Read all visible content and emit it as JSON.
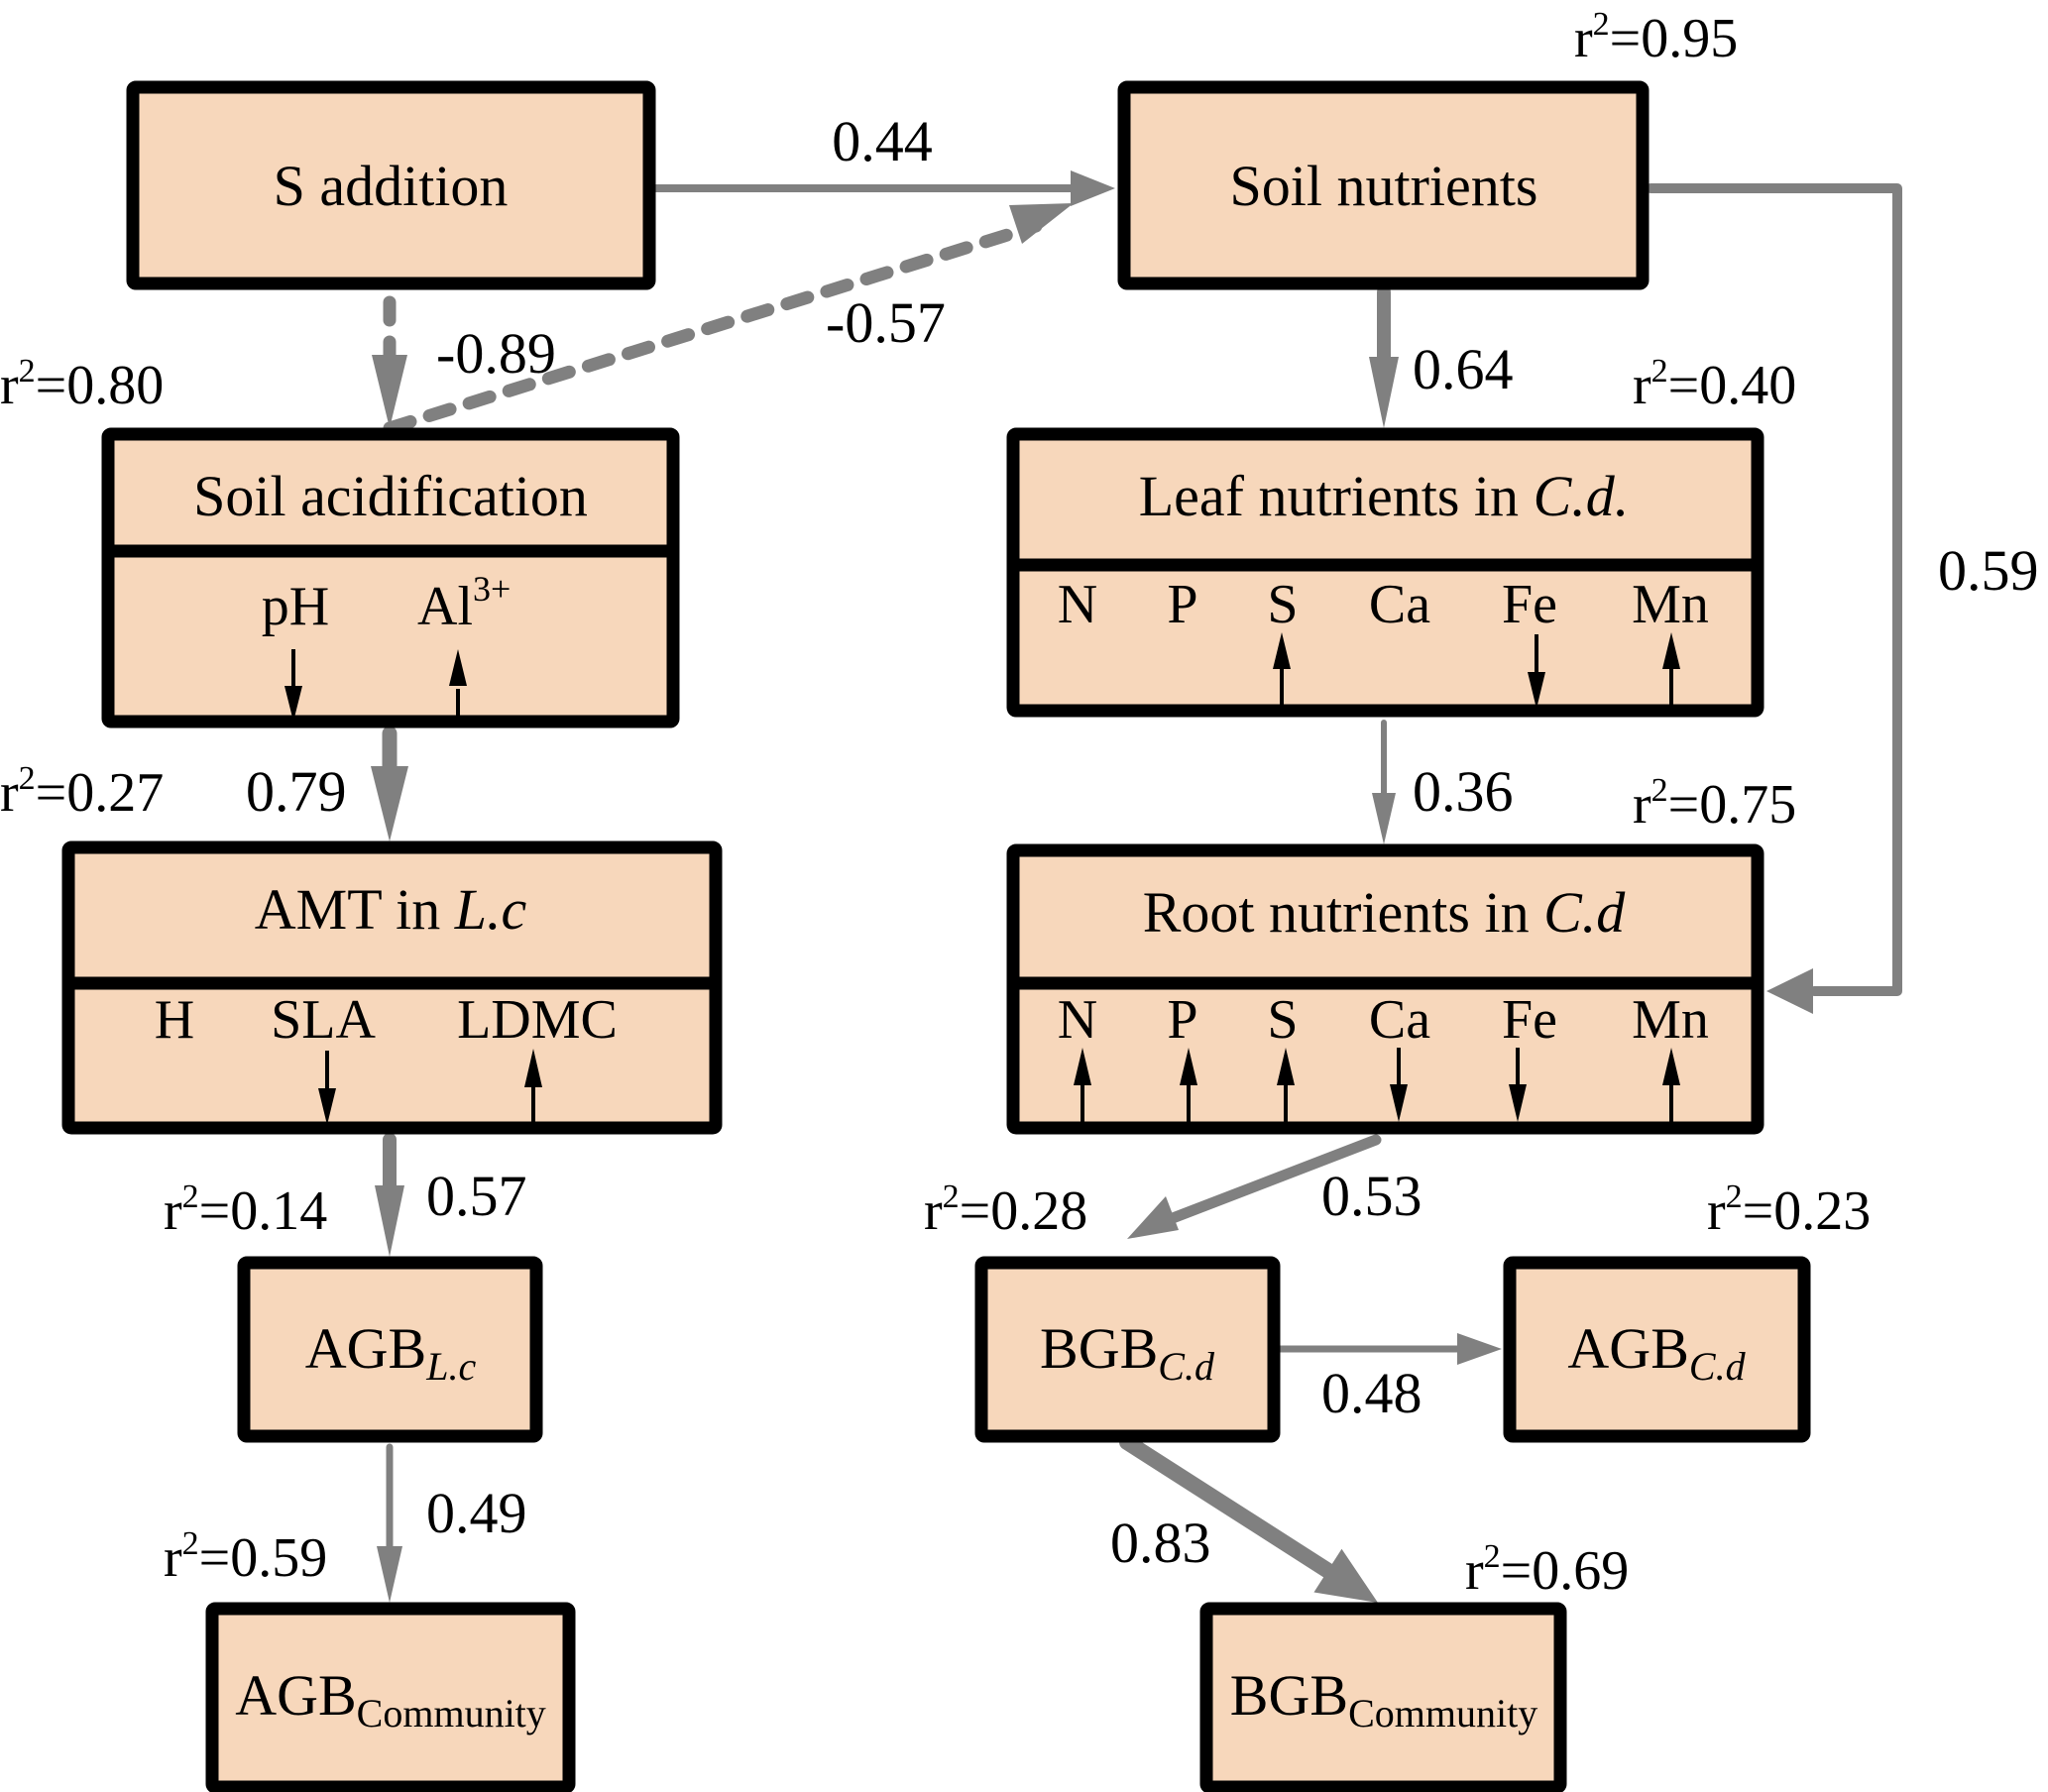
{
  "nodes": {
    "s_addition": {
      "label": "S addition"
    },
    "soil_nutrients": {
      "label": "Soil nutrients",
      "r2": "0.95"
    },
    "soil_acidification": {
      "label": "Soil acidification",
      "r2": "0.80",
      "variables": [
        {
          "name": "pH",
          "sup": "",
          "direction": "down"
        },
        {
          "name": "Al",
          "sup": "3+",
          "direction": "up"
        }
      ]
    },
    "leaf_nutrients": {
      "label": "Leaf nutrients in ",
      "label_italic": "C.d.",
      "r2": "0.40",
      "variables": [
        {
          "name": "N",
          "direction": "none"
        },
        {
          "name": "P",
          "direction": "none"
        },
        {
          "name": "S",
          "direction": "up"
        },
        {
          "name": "Ca",
          "direction": "none"
        },
        {
          "name": "Fe",
          "direction": "down"
        },
        {
          "name": "Mn",
          "direction": "up"
        }
      ]
    },
    "amt": {
      "label": "AMT in ",
      "label_italic": "L.c",
      "r2": "0.27",
      "variables": [
        {
          "name": "H",
          "direction": "none"
        },
        {
          "name": "SLA",
          "direction": "down"
        },
        {
          "name": "LDMC",
          "direction": "up"
        }
      ]
    },
    "root_nutrients": {
      "label": "Root nutrients in ",
      "label_italic": "C.d",
      "r2": "0.75",
      "variables": [
        {
          "name": "N",
          "direction": "up"
        },
        {
          "name": "P",
          "direction": "up"
        },
        {
          "name": "S",
          "direction": "up"
        },
        {
          "name": "Ca",
          "direction": "down"
        },
        {
          "name": "Fe",
          "direction": "down"
        },
        {
          "name": "Mn",
          "direction": "up"
        }
      ]
    },
    "agb_lc": {
      "label": "AGB",
      "sub": "L.c",
      "sub_italic": true,
      "r2": "0.14"
    },
    "bgb_cd": {
      "label": "BGB",
      "sub": "C.d",
      "sub_italic": true,
      "r2": "0.28"
    },
    "agb_cd": {
      "label": "AGB",
      "sub": "C.d",
      "sub_italic": true,
      "r2": "0.23"
    },
    "agb_community": {
      "label": "AGB",
      "sub": "Community",
      "sub_italic": false,
      "r2": "0.59"
    },
    "bgb_community": {
      "label": "BGB",
      "sub": "Community",
      "sub_italic": false,
      "r2": "0.69"
    }
  },
  "r2_prefix": "r",
  "r2_sup": "2",
  "r2_eq": "=",
  "paths": [
    {
      "from": "S addition",
      "to": "Soil nutrients",
      "coef": "0.44",
      "style": "solid"
    },
    {
      "from": "S addition",
      "to": "Soil acidification",
      "coef": "-0.89",
      "style": "dashed"
    },
    {
      "from": "Soil acidification",
      "to": "Soil nutrients",
      "coef": "-0.57",
      "style": "dashed"
    },
    {
      "from": "Soil nutrients",
      "to": "Leaf nutrients in C.d.",
      "coef": "0.64",
      "style": "solid"
    },
    {
      "from": "Soil nutrients",
      "to": "Root nutrients in C.d",
      "coef": "0.59",
      "style": "solid"
    },
    {
      "from": "Soil acidification",
      "to": "AMT in L.c",
      "coef": "0.79",
      "style": "solid"
    },
    {
      "from": "Leaf nutrients in C.d.",
      "to": "Root nutrients in C.d",
      "coef": "0.36",
      "style": "solid"
    },
    {
      "from": "AMT in L.c",
      "to": "AGB L.c",
      "coef": "0.57",
      "style": "solid"
    },
    {
      "from": "Root nutrients in C.d",
      "to": "BGB C.d",
      "coef": "0.53",
      "style": "solid"
    },
    {
      "from": "BGB C.d",
      "to": "AGB C.d",
      "coef": "0.48",
      "style": "solid"
    },
    {
      "from": "AGB L.c",
      "to": "AGB Community",
      "coef": "0.49",
      "style": "solid"
    },
    {
      "from": "BGB C.d",
      "to": "BGB Community",
      "coef": "0.83",
      "style": "solid"
    }
  ],
  "colors": {
    "box_fill": "#f7d7bb",
    "box_stroke": "#000000",
    "path": "#808080"
  }
}
